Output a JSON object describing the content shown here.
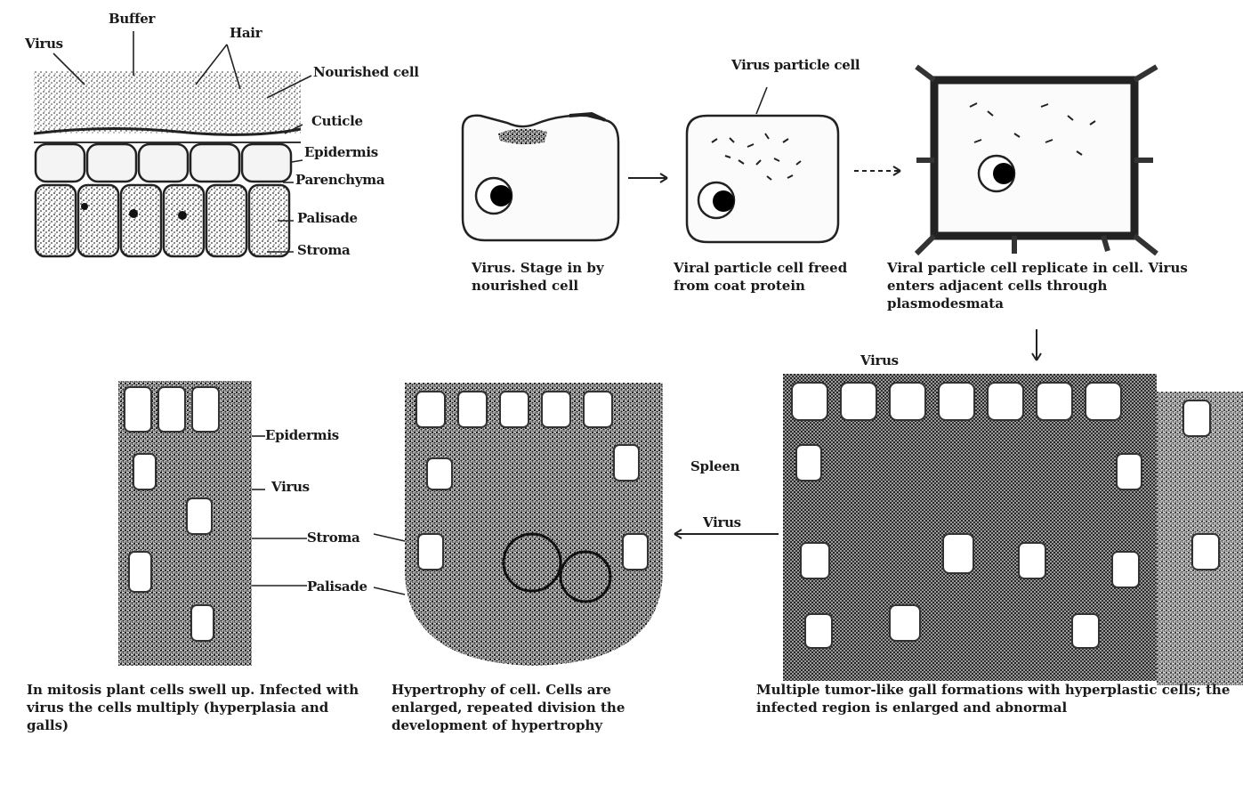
{
  "labels": {
    "virus": "Virus",
    "buffer": "Buffer",
    "hair": "Hair",
    "nourished_cell": "Nourished cell",
    "cuticle": "Cuticle",
    "epidermis": "Epidermis",
    "parenchyma": "Parenchyma",
    "palisade": "Palisade",
    "stroma": "Stroma",
    "viral_particles": "Virus particle cell",
    "virus_bottom": "Virus",
    "r_label_1": "Epidermis",
    "r_label_2": "Virus",
    "r_label_3": "Stroma",
    "r_label_4": "Palisade",
    "mid_label_1": "Spleen",
    "mid_label_2": "Virus"
  },
  "captions": {
    "stage1": "Virus. Stage in by nourished cell",
    "stage2": "Viral particle cell freed from coat protein",
    "stage3": "Viral particle cell replicate in cell. Virus enters adjacent cells through plasmodesmata",
    "bottom1": "In mitosis plant cells swell up. Infected with virus the cells multiply (hyperplasia and galls)",
    "bottom2": "Hypertrophy of cell. Cells are enlarged, repeated division the development of hypertrophy",
    "bottom3": "Multiple tumor-like gall formations with hyperplastic cells; the infected region is enlarged and abnormal"
  }
}
